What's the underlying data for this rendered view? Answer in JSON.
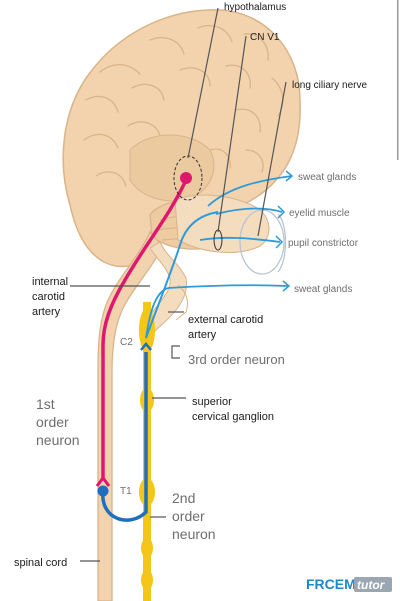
{
  "labels": {
    "hypothalamus": "hypothalamus",
    "cn_v1": "CN V1",
    "long_ciliary_nerve": "long ciliary nerve",
    "sweat_glands_upper": "sweat glands",
    "eyelid_muscle": "eyelid muscle",
    "pupil_constrictor": "pupil constrictor",
    "sweat_glands_lower": "sweat glands",
    "internal_carotid_artery": [
      "internal",
      "carotid",
      "artery"
    ],
    "external_carotid_artery": [
      "external carotid",
      "artery"
    ],
    "c2": "C2",
    "third_order_neuron": "3rd order neuron",
    "superior_cervical_ganglion": [
      "superior",
      "cervical ganglion"
    ],
    "first_order_neuron": [
      "1st",
      "order",
      "neuron"
    ],
    "t1": "T1",
    "second_order_neuron": [
      "2nd",
      "order",
      "neuron"
    ],
    "spinal_cord": "spinal cord"
  },
  "logo": {
    "part1": "FRCEM",
    "part2": "tutor"
  },
  "colors": {
    "brain": "#f2d3ad",
    "brain_outline": "#d9b48a",
    "first_order": "#e0176f",
    "second_order": "#1e6fc0",
    "third_order": "#2f9ad8",
    "ganglion": "#f5c518",
    "pointer": "#555555",
    "logo_blue": "#1e88c8"
  }
}
